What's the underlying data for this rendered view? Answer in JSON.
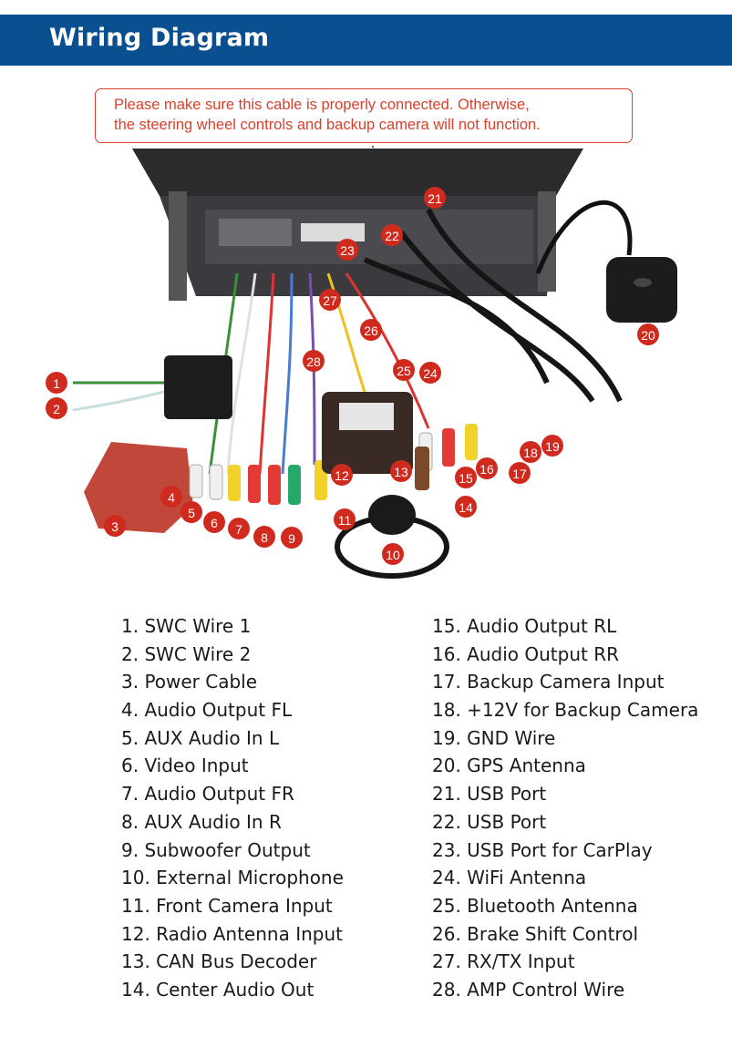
{
  "header": {
    "title": "Wiring Diagram"
  },
  "notice": {
    "line1": "Please make sure this cable is properly connected. Otherwise,",
    "line2": "the steering wheel controls and backup camera will not function."
  },
  "colors": {
    "header_bg": "#0a4f8f",
    "accent_red": "#d9402c",
    "callout": "#cf2a1d"
  },
  "callouts": [
    "1",
    "2",
    "3",
    "4",
    "5",
    "6",
    "7",
    "8",
    "9",
    "10",
    "11",
    "12",
    "13",
    "14",
    "15",
    "16",
    "17",
    "18",
    "19",
    "20",
    "21",
    "22",
    "23",
    "24",
    "25",
    "26",
    "27",
    "28"
  ],
  "legend": {
    "left": [
      "1. SWC Wire 1",
      "2. SWC Wire 2",
      "3. Power Cable",
      "4. Audio Output FL",
      "5. AUX Audio In L",
      "6. Video Input",
      "7. Audio Output FR",
      "8. AUX Audio In R",
      "9. Subwoofer Output",
      "10. External Microphone",
      "11. Front Camera Input",
      "12. Radio Antenna Input",
      "13. CAN Bus Decoder",
      "14. Center Audio Out"
    ],
    "right": [
      "15. Audio Output RL",
      "16. Audio Output RR",
      "17. Backup Camera Input",
      "18. +12V for Backup Camera",
      "19. GND Wire",
      "20. GPS Antenna",
      "21. USB Port",
      "22. USB Port",
      "23. USB Port for CarPlay",
      "24. WiFi Antenna",
      "25. Bluetooth Antenna",
      "26. Brake Shift Control",
      "27. RX/TX Input",
      "28. AMP Control Wire"
    ]
  }
}
